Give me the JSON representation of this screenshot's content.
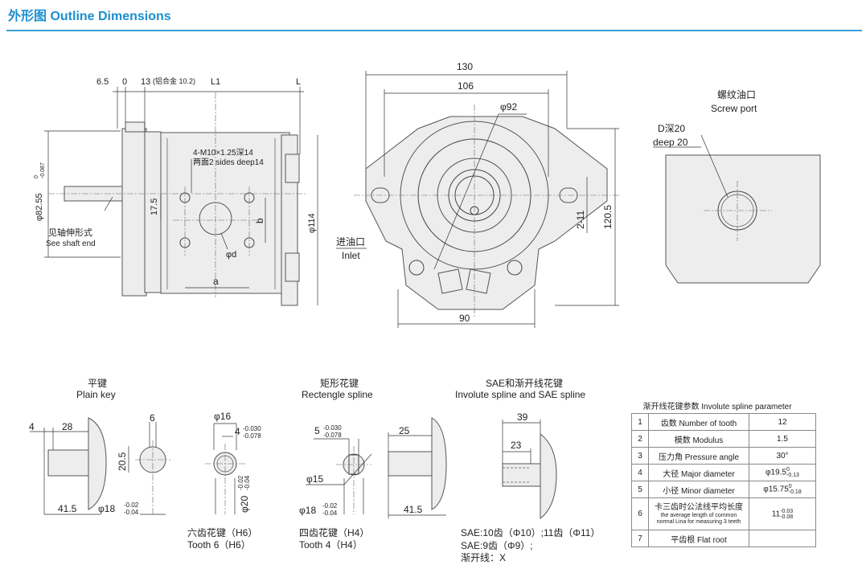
{
  "header": {
    "title": "外形图 Outline Dimensions"
  },
  "side_view": {
    "dims": [
      "6.5",
      "0",
      "13",
      "(铝合金 10.2)",
      "L1",
      "L",
      "4-M10×1.25深14",
      "两面2 sides deep14",
      "φ82.55",
      "-0.087",
      "0",
      "17.5",
      "b",
      "φ114",
      "φd",
      "a"
    ],
    "shaft_cn": "见轴伸形式",
    "shaft_en": "See shaft end"
  },
  "front_view": {
    "dims": [
      "130",
      "106",
      "φ92",
      "2-11",
      "120.5",
      "90"
    ],
    "inlet_cn": "进油口",
    "inlet_en": "Inlet"
  },
  "screw_port": {
    "cn": "螺纹油口",
    "en": "Screw port",
    "d1": "D深20",
    "d2": "deep 20"
  },
  "plain_key": {
    "cn": "平键",
    "en": "Plain  key",
    "dims": [
      "4",
      "28",
      "6",
      "20.5",
      "41.5",
      "φ18",
      "-0.02",
      "-0.04"
    ]
  },
  "hex_spline": {
    "dims": [
      "φ16",
      "4",
      "-0.030",
      "-0.078",
      "φ20",
      "-0.02",
      "-0.04"
    ],
    "cn": "六齿花键（H6）",
    "en": "Tooth 6（H6）"
  },
  "rect_spline": {
    "cn": "矩形花键",
    "en": "Rectengle  spline",
    "dims": [
      "5",
      "-0.030",
      "-0.078",
      "φ15",
      "φ18",
      "-0.02",
      "-0.04",
      "25",
      "41.5"
    ],
    "foot_cn": "四齿花键（H4）",
    "foot_en": "Tooth 4（H4）"
  },
  "involute": {
    "cn": "SAE和渐开线花键",
    "en": "Involute spline and SAE spline",
    "dims": [
      "39",
      "23"
    ],
    "notes": [
      "SAE:10齿（Φ10）;11齿（Φ11）",
      "SAE:9齿（Φ9）;",
      "渐开线：X"
    ]
  },
  "spline_table": {
    "title": "渐开线花键参数  Involute spline parameter",
    "rows": [
      {
        "no": "1",
        "name": "齿数 Number of tooth",
        "value": "12"
      },
      {
        "no": "2",
        "name": "模数 Modulus",
        "value": "1.5"
      },
      {
        "no": "3",
        "name": "压力角 Pressure angle",
        "value": "30°"
      },
      {
        "no": "4",
        "name": "大径 Major diameter",
        "value": "φ19.5",
        "tol": [
          "0",
          "-0.13"
        ]
      },
      {
        "no": "5",
        "name": "小径 Minor diameter",
        "value": "φ15.75",
        "tol": [
          "0",
          "-0.18"
        ]
      },
      {
        "no": "6",
        "name": "卡三齿时公法线平均长度",
        "name2": "the average length of common",
        "name3": "normal Lina for measuring 3 teeth",
        "value": "11",
        "tol": [
          "-0.03",
          "-0.08"
        ]
      },
      {
        "no": "7",
        "name": "平齿根 Flat root",
        "value": ""
      }
    ]
  }
}
